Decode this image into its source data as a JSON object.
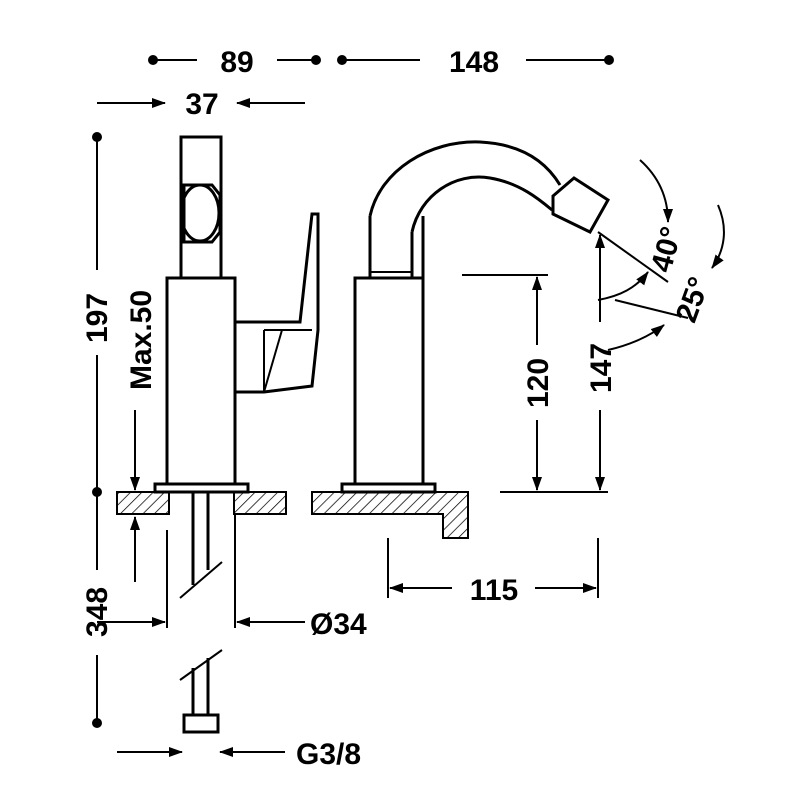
{
  "dimensions": {
    "d89": "89",
    "d148": "148",
    "d37": "37",
    "d197": "197",
    "max50": "Max.50",
    "d120": "120",
    "d147": "147",
    "d40": "40°",
    "d25": "25°",
    "d348": "348",
    "d34": "Ø34",
    "d115": "115",
    "g38": "G3/8"
  }
}
